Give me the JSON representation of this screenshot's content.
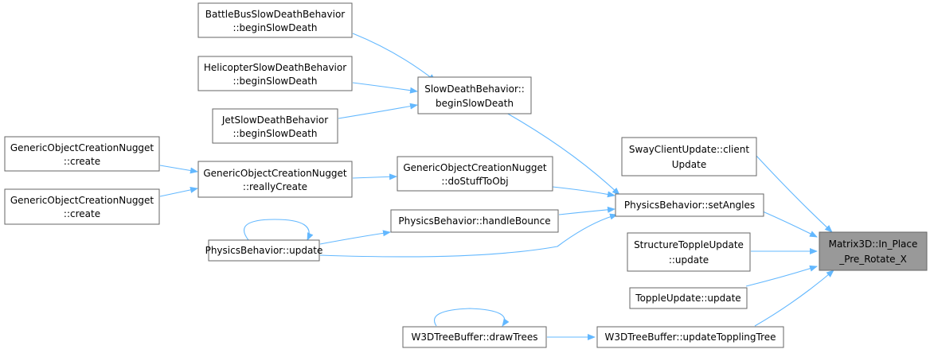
{
  "graph": {
    "edge_color": "#63b8ff",
    "focus_fill": "#999999",
    "nodes": [
      {
        "id": "target",
        "lines": [
          "Matrix3D::In_Place",
          "_Pre_Rotate_X"
        ],
        "focus": true
      },
      {
        "id": "swayclient",
        "lines": [
          "SwayClientUpdate::client",
          "Update"
        ]
      },
      {
        "id": "physsetangles",
        "lines": [
          "PhysicsBehavior::setAngles"
        ]
      },
      {
        "id": "structtopple",
        "lines": [
          "StructureToppleUpdate",
          "::update"
        ]
      },
      {
        "id": "toppleupdate",
        "lines": [
          "ToppleUpdate::update"
        ]
      },
      {
        "id": "w3dupdatetoppling",
        "lines": [
          "W3DTreeBuffer::updateTopplingTree"
        ]
      },
      {
        "id": "slowdeath",
        "lines": [
          "SlowDeathBehavior::",
          "beginSlowDeath"
        ]
      },
      {
        "id": "gocndostuff",
        "lines": [
          "GenericObjectCreationNugget",
          "::doStuffToObj"
        ]
      },
      {
        "id": "physhandlebounce",
        "lines": [
          "PhysicsBehavior::handleBounce"
        ]
      },
      {
        "id": "physupdate",
        "lines": [
          "PhysicsBehavior::update"
        ]
      },
      {
        "id": "w3ddrawtrees",
        "lines": [
          "W3DTreeBuffer::drawTrees"
        ]
      },
      {
        "id": "battlebus",
        "lines": [
          "BattleBusSlowDeathBehavior",
          "::beginSlowDeath"
        ]
      },
      {
        "id": "heli",
        "lines": [
          "HelicopterSlowDeathBehavior",
          "::beginSlowDeath"
        ]
      },
      {
        "id": "jet",
        "lines": [
          "JetSlowDeathBehavior",
          "::beginSlowDeath"
        ]
      },
      {
        "id": "gocnreally",
        "lines": [
          "GenericObjectCreationNugget",
          "::reallyCreate"
        ]
      },
      {
        "id": "gocncreate1",
        "lines": [
          "GenericObjectCreationNugget",
          "::create"
        ]
      },
      {
        "id": "gocncreate2",
        "lines": [
          "GenericObjectCreationNugget",
          "::create"
        ]
      }
    ],
    "edges": [
      {
        "from": "swayclient",
        "to": "target"
      },
      {
        "from": "physsetangles",
        "to": "target"
      },
      {
        "from": "structtopple",
        "to": "target"
      },
      {
        "from": "toppleupdate",
        "to": "target"
      },
      {
        "from": "w3dupdatetoppling",
        "to": "target"
      },
      {
        "from": "slowdeath",
        "to": "physsetangles"
      },
      {
        "from": "gocndostuff",
        "to": "physsetangles"
      },
      {
        "from": "physhandlebounce",
        "to": "physsetangles"
      },
      {
        "from": "physupdate",
        "to": "physsetangles"
      },
      {
        "from": "w3ddrawtrees",
        "to": "w3dupdatetoppling"
      },
      {
        "from": "w3ddrawtrees",
        "to": "w3ddrawtrees"
      },
      {
        "from": "battlebus",
        "to": "slowdeath"
      },
      {
        "from": "heli",
        "to": "slowdeath"
      },
      {
        "from": "jet",
        "to": "slowdeath"
      },
      {
        "from": "gocnreally",
        "to": "gocndostuff"
      },
      {
        "from": "physupdate",
        "to": "physhandlebounce"
      },
      {
        "from": "physupdate",
        "to": "physupdate"
      },
      {
        "from": "gocncreate1",
        "to": "gocnreally"
      },
      {
        "from": "gocncreate2",
        "to": "gocnreally"
      }
    ]
  }
}
